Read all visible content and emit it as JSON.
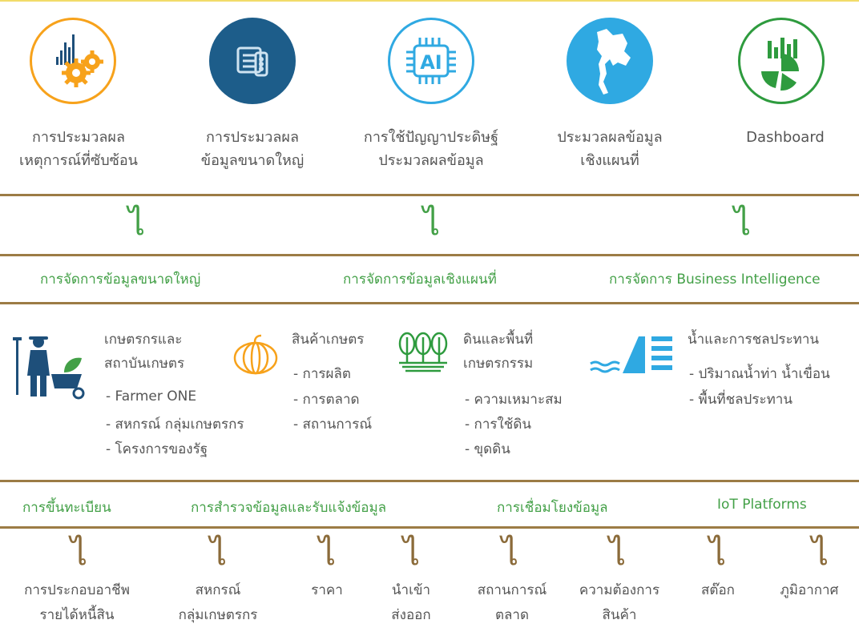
{
  "tech": [
    {
      "line1": "การประมวลผล",
      "line2": "เหตุการณ์ที่ซับซ้อน"
    },
    {
      "line1": "การประมวลผล",
      "line2": "ข้อมูลขนาดใหญ่"
    },
    {
      "line1": "การใช้ปัญญาประดิษฐ์",
      "line2": "ประมวลผลข้อมูล"
    },
    {
      "line1": "ประมวลผลข้อมูล",
      "line2": "เชิงแผนที่"
    },
    {
      "line1": "Dashboard",
      "line2": ""
    }
  ],
  "ai_icon_text": "AI",
  "management": {
    "glyph": "ไ",
    "labels": [
      "การจัดการข้อมูลขนาดใหญ่",
      "การจัดการข้อมูลเชิงแผนที่",
      "การจัดการ Business Intelligence"
    ]
  },
  "categories": [
    {
      "title1": "เกษตรกรและ",
      "title2": "สถาบันเกษตร",
      "items": [
        "- Farmer ONE",
        "- สหกรณ์ กลุ่มเกษตรกร",
        "- โครงการของรัฐ"
      ]
    },
    {
      "title1": "สินค้าเกษตร",
      "title2": "",
      "items": [
        "- การผลิต",
        "- การตลาด",
        "- สถานการณ์"
      ]
    },
    {
      "title1": "ดินและพื้นที่",
      "title2": "เกษตรกรรม",
      "items": [
        "- ความเหมาะสม",
        "- การใช้ดิน",
        "- ขุดดิน"
      ]
    },
    {
      "title1": "น้ำและการชลประทาน",
      "title2": "",
      "items": [
        "- ปริมาณน้ำท่า น้ำเขื่อน",
        "- พื้นที่ชลประทาน"
      ]
    }
  ],
  "processes": [
    "การขึ้นทะเบียน",
    "การสำรวจข้อมูลและรับแจ้งข้อมูล",
    "การเชื่อมโยงข้อมูล",
    "IoT Platforms"
  ],
  "sources": {
    "glyph": "ไ",
    "items": [
      {
        "line1": "การประกอบอาชีพ",
        "line2": "รายได้หนี้สิน"
      },
      {
        "line1": "สหกรณ์",
        "line2": "กลุ่มเกษตรกร"
      },
      {
        "line1": "ราคา",
        "line2": ""
      },
      {
        "line1": "นำเข้า",
        "line2": "ส่งออก"
      },
      {
        "line1": "สถานการณ์",
        "line2": "ตลาด"
      },
      {
        "line1": "ความต้องการ",
        "line2": "สินค้า"
      },
      {
        "line1": "สต๊อก",
        "line2": ""
      },
      {
        "line1": "ภูมิอากาศ",
        "line2": ""
      }
    ]
  },
  "colors": {
    "green": "#43a047",
    "brown_rule": "#9c7c45",
    "orange": "#f7a21b",
    "navy": "#1d5d8a",
    "sky": "#2fa9e2",
    "dark_green": "#2e9b3e"
  }
}
